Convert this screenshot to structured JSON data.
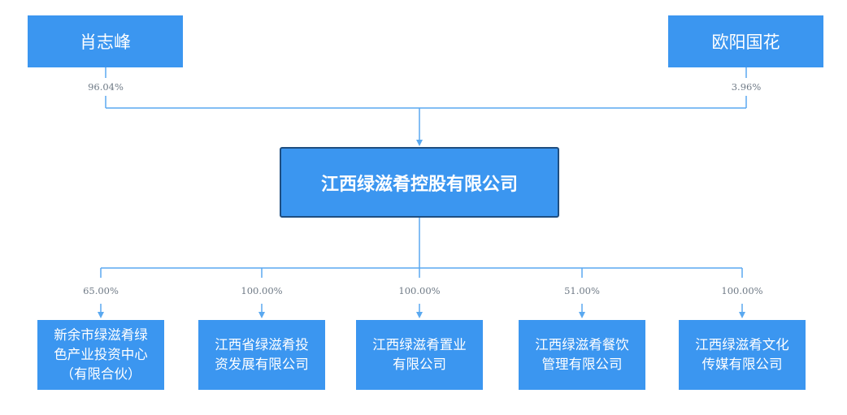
{
  "shareholders": [
    {
      "name": "肖志峰",
      "pct": "96.04%"
    },
    {
      "name": "欧阳国花",
      "pct": "3.96%"
    }
  ],
  "company": {
    "name": "江西绿滋肴控股有限公司"
  },
  "subsidiaries": [
    {
      "lines": [
        "新余市绿滋肴绿",
        "色产业投资中心",
        "（有限合伙）"
      ],
      "pct": "65.00%"
    },
    {
      "lines": [
        "江西省绿滋肴投",
        "资发展有限公司"
      ],
      "pct": "100.00%"
    },
    {
      "lines": [
        "江西绿滋肴置业",
        "有限公司"
      ],
      "pct": "100.00%"
    },
    {
      "lines": [
        "江西绿滋肴餐饮",
        "管理有限公司"
      ],
      "pct": "51.00%"
    },
    {
      "lines": [
        "江西绿滋肴文化",
        "传媒有限公司"
      ],
      "pct": "100.00%"
    }
  ],
  "colors": {
    "box": "#3b96f0",
    "border": "#1f4e80",
    "line": "#5aa9f0",
    "pct_text": "#6f7a86"
  }
}
